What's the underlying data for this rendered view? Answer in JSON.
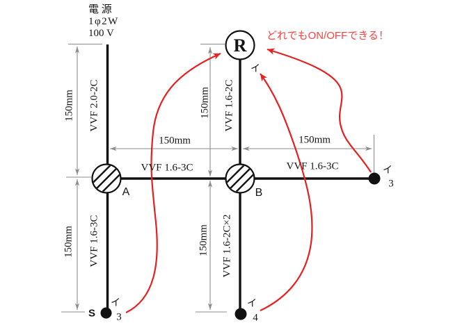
{
  "colors": {
    "line": "#111111",
    "dimension": "#8c8c8c",
    "arrow_red": "#e62020",
    "note_red": "#ff4242"
  },
  "source": {
    "name": "電 源",
    "phase": "1φ2W",
    "voltage": "100 V"
  },
  "note": "どれでもON/OFFできる！",
  "lamp": {
    "symbol": "R",
    "circuit": "イ"
  },
  "boxes": {
    "a": "A",
    "b": "B"
  },
  "switches": {
    "left": {
      "prefix": "S",
      "circuit": "イ",
      "count": "3"
    },
    "middle": {
      "circuit": "イ",
      "count": "4"
    },
    "right": {
      "circuit": "イ",
      "count": "3"
    }
  },
  "cables": {
    "left_upper": "VVF 2.0-2C",
    "left_lower": "VVF 1.6-3C",
    "mid_upper": "VVF 1.6-2C",
    "mid_lower": "VVF 1.6-2C×2",
    "a_to_b": "VVF 1.6-3C",
    "b_to_right": "VVF 1.6-3C"
  },
  "dims": {
    "left_upper": "150mm",
    "left_lower": "150mm",
    "mid_upper": "150mm",
    "mid_lower": "150mm",
    "a_to_b": "150mm",
    "b_to_right": "150mm"
  }
}
